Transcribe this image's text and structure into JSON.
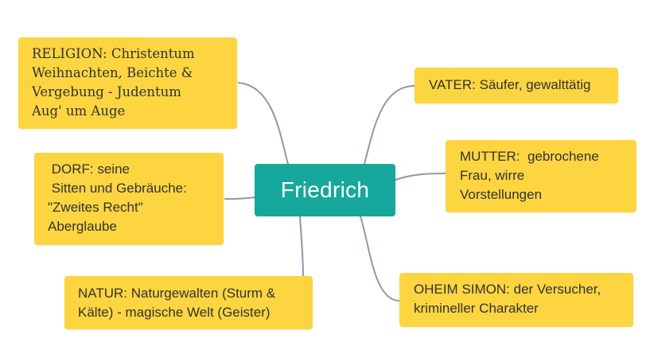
{
  "central": {
    "label": "Friedrich"
  },
  "branches": {
    "religion": "RELIGION: Christentum\nWeihnachten, Beichte &\nVergebung - Judentum\nAug' um Auge",
    "dorf": " DORF: seine\n Sitten und Gebräuche:\n\"Zweites Recht\"\nAberglaube",
    "natur": "NATUR: Naturgewalten (Sturm &\nKälte) - magische Welt (Geister)",
    "vater": "VATER: Säufer, gewalttätig",
    "mutter": "MUTTER:  gebrochene\nFrau, wirre\nVorstellungen",
    "oheim": "OHEIM SIMON: der Versucher,\nkrimineller Charakter"
  },
  "colors": {
    "central_bg": "#16a89c",
    "central_text": "#ffffff",
    "leaf_bg": "#fcd541",
    "leaf_text": "#333333",
    "connector": "#8a9ba8"
  }
}
